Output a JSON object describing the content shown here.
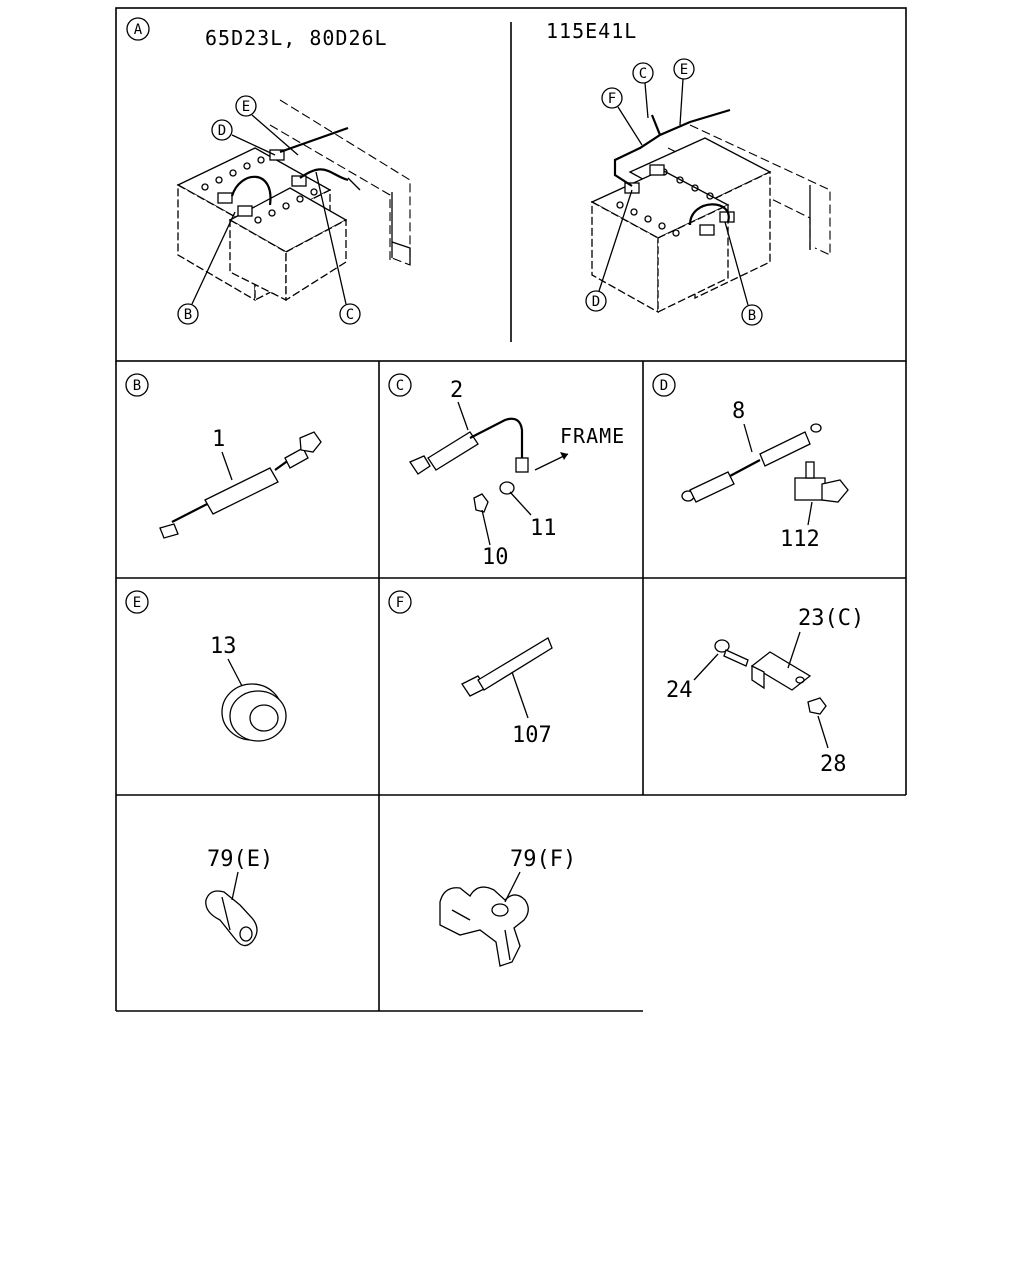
{
  "panels": {
    "A": {
      "badge": "A",
      "left_title": "65D23L, 80D26L",
      "right_title": "115E41L",
      "left_callouts": [
        "E",
        "D",
        "B",
        "C"
      ],
      "right_callouts": [
        "C",
        "E",
        "F",
        "D",
        "B"
      ]
    },
    "B": {
      "badge": "B",
      "parts": [
        "1"
      ]
    },
    "C": {
      "badge": "C",
      "parts": [
        "2",
        "11",
        "10"
      ],
      "note": "FRAME"
    },
    "D": {
      "badge": "D",
      "parts": [
        "8",
        "112"
      ]
    },
    "E": {
      "badge": "E",
      "parts": [
        "13"
      ]
    },
    "F": {
      "badge": "F",
      "parts": [
        "107"
      ]
    },
    "G": {
      "parts": [
        "23(C)",
        "24",
        "28"
      ]
    },
    "H": {
      "parts": [
        "79(E)"
      ]
    },
    "I": {
      "parts": [
        "79(F)"
      ]
    }
  }
}
